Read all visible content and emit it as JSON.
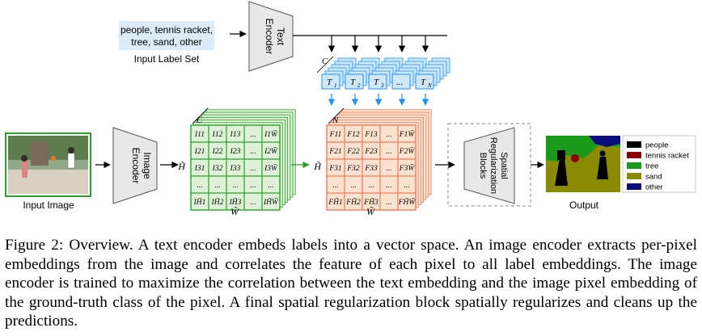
{
  "input_label_set": {
    "text_line1": "people, tennis racket,",
    "text_line2": "tree, sand, other",
    "caption": "Input Label Set"
  },
  "text_encoder": {
    "line1": "Text",
    "line2": "Encoder"
  },
  "image_encoder": {
    "line1": "Image",
    "line2": "Encoder"
  },
  "spatial_block": {
    "line1": "Spatial",
    "line2": "Regularization",
    "line3": "Blocks"
  },
  "input_image": {
    "caption": "Input Image"
  },
  "output": {
    "caption": "Output"
  },
  "text_embeddings": {
    "dim_label": "C",
    "items": [
      "T",
      "T",
      "T",
      "...",
      "T"
    ],
    "subs": [
      "1",
      "2",
      "3",
      "",
      "N"
    ]
  },
  "image_grid": {
    "dim_label": "C",
    "rows_label": "H̃",
    "cols_label": "W̃",
    "cells": [
      [
        "I11",
        "I12",
        "I13",
        "...",
        "I1W̃"
      ],
      [
        "I21",
        "I22",
        "I23",
        "...",
        "I2W̃"
      ],
      [
        "I31",
        "I32",
        "I33",
        "...",
        "I3W̃"
      ],
      [
        "...",
        "...",
        "...",
        "...",
        "..."
      ],
      [
        "IH̃1",
        "IH̃2",
        "IH̃3",
        "...",
        "IH̃W̃"
      ]
    ]
  },
  "feature_grid": {
    "dim_label": "N",
    "rows_label": "H̃",
    "cols_label": "W̃",
    "cells": [
      [
        "F11",
        "F12",
        "F13",
        "...",
        "F1W̃"
      ],
      [
        "F21",
        "F22",
        "F23",
        "...",
        "F2W̃"
      ],
      [
        "F31",
        "F32",
        "F33",
        "...",
        "F3W̃"
      ],
      [
        "...",
        "...",
        "...",
        "...",
        "..."
      ],
      [
        "FH̃1",
        "FH̃2",
        "FH̃3",
        "...",
        "FH̃W̃"
      ]
    ]
  },
  "legend": [
    {
      "label": "people",
      "color": "#000000"
    },
    {
      "label": "tennis racket",
      "color": "#8b0000"
    },
    {
      "label": "tree",
      "color": "#1a9a1a"
    },
    {
      "label": "sand",
      "color": "#8a8a00"
    },
    {
      "label": "other",
      "color": "#0b0b7a"
    }
  ],
  "colors": {
    "green_grid": "#2e9e2e",
    "green_fill": "#dff2d8",
    "orange_grid": "#f07a5a",
    "orange_fill": "#fde3cf",
    "blue": "#1e90ff",
    "blue_fill": "#cfe8fb",
    "label_box": "#dcebfa"
  },
  "caption": "Figure 2: Overview. A text encoder embeds labels into a vector space. An image encoder extracts per-pixel embeddings from the image and correlates the feature of each pixel to all label embeddings. The image encoder is trained to maximize the correlation between the text embedding and the image pixel embedding of the ground-truth class of the pixel. A final spatial regularization block spatially regularizes and cleans up the predictions."
}
